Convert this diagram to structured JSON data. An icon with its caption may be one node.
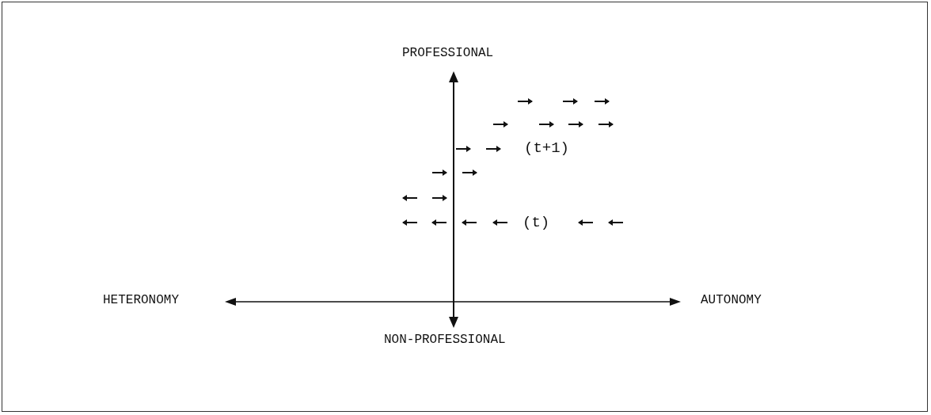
{
  "diagram": {
    "labels": [
      "PROFESSIONAL",
      "(t+1)",
      "(t)",
      "HETERONOMY",
      "AUTONOMY",
      "NON-PROFESSIONAL"
    ]
  }
}
